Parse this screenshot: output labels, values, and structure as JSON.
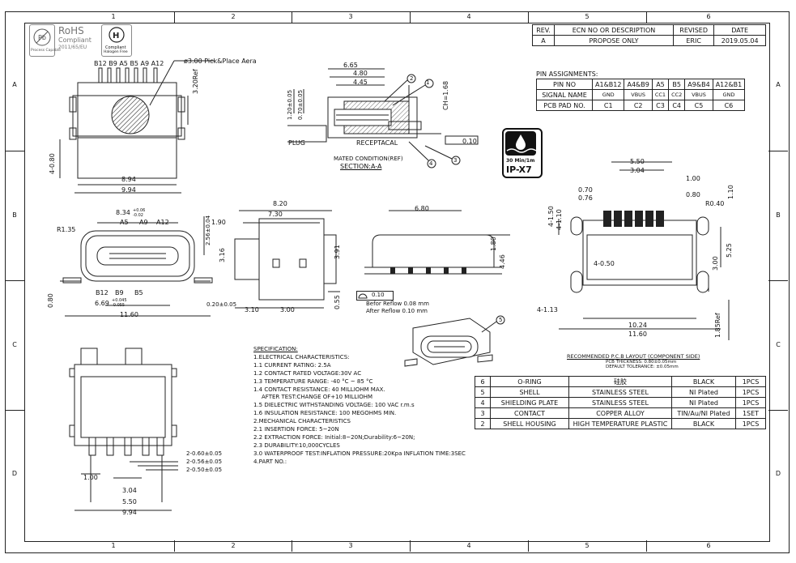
{
  "frame": {
    "columns": [
      "1",
      "2",
      "3",
      "4",
      "5",
      "6"
    ],
    "rows": [
      "A",
      "B",
      "C",
      "D"
    ]
  },
  "logos": {
    "pb_bottom": "Process Capable",
    "rohs_title": "RoHS",
    "rohs_sub": "Compliant",
    "rohs_dir": "2011/65/EU",
    "hf_title": "Compliant",
    "hf_sub": "Halogen Free",
    "ip_top": "30 Min/1m",
    "ip_main": "IP-X7"
  },
  "revision_table": {
    "headers": [
      "REV.",
      "ECN NO OR DESCRIPTION",
      "REVISED",
      "DATE"
    ],
    "rows": [
      [
        "A",
        "PROPOSE ONLY",
        "ERIC",
        "2019.05.04"
      ]
    ]
  },
  "pin_assignments": {
    "title": "PIN ASSIGNMENTS:",
    "rows": [
      [
        "PIN NO",
        "A1&B12",
        "A4&B9",
        "A5",
        "B5",
        "A9&B4",
        "A12&B1"
      ],
      [
        "SIGNAL NAME",
        "GND",
        "VBUS",
        "CC1",
        "CC2",
        "VBUS",
        "GND"
      ],
      [
        "PCB PAD NO.",
        "C1",
        "C2",
        "C3",
        "C4",
        "C5",
        "C6"
      ]
    ]
  },
  "top_view": {
    "pins_label": "B12 B9 A5 B5 A9 A12",
    "pick_place": "ø3.00 Pick&Place Aera",
    "dims": {
      "w1": "8.94",
      "w2": "9.94",
      "h1": "3.20Ref",
      "side": "4-0.80"
    }
  },
  "section_view": {
    "dims": {
      "d1": "6.65",
      "d2": "4.80",
      "d3": "4.45",
      "h1": "1.20±0.05",
      "h2": "0.70±0.05",
      "ch": "CH=1.68",
      "flat": "0.10"
    },
    "plug": "PLUG",
    "receptacle": "RECEPTACAL",
    "mated": "MATED CONDITION(REF)",
    "section": "SECTION:A-A",
    "balloons": [
      "1",
      "2",
      "3",
      "4"
    ]
  },
  "front_view": {
    "dims": {
      "w": "8.34",
      "tol_top": "+0.06",
      "tol_bot": "-0.02",
      "r": "R1.35",
      "h": "2.56±0.04",
      "w2": "6.69",
      "tol2_top": "+0.045",
      "tol2_bot": "-0.055",
      "bottom_w": "11.60",
      "left_h": "0.80",
      "right": "0.20±0.05"
    },
    "top_pins": [
      "A5",
      "A9",
      "A12"
    ],
    "bot_pins": [
      "B12",
      "B9",
      "B5"
    ]
  },
  "side_view": {
    "dims": {
      "w1": "8.20",
      "w2": "7.30",
      "h1": "1.90",
      "h2": "3.16",
      "h3": "3.91",
      "b1": "3.10",
      "b2": "3.00",
      "b3": "0.55"
    }
  },
  "end_view": {
    "dims": {
      "w": "6.80",
      "h1": "1.80",
      "h2": "4.46"
    },
    "flat_val": "0.10",
    "reflow1": "Befor Reflow 0.08 mm",
    "reflow2": "After Reflow 0.10 mm"
  },
  "pcb_layout": {
    "dims": {
      "d550": "5.50",
      "d304": "3.04",
      "d100": "1.00",
      "d070": "0.70",
      "d076": "0.76",
      "d080": "0.80",
      "d110": "1.10",
      "r040": "R0.40",
      "s4_150": "4-1.50",
      "s4_110": "4-1.10",
      "s4_050": "4-0.50",
      "s4_113": "4-1.13",
      "d525": "5.25",
      "d300": "3.00",
      "d1024": "10.24",
      "d1160": "11.60",
      "d185": "1.85Ref"
    },
    "title": "RECOMMENDED P.C.B LAYOUT (COMPONENT SIDE)",
    "thickness": "PCB THICKNESS: 0.80±0.05mm",
    "tolerance": "DEFAULT TOLERANCE: ±0.05mm"
  },
  "bottom_view": {
    "dims": {
      "p1": "2-0.60±0.05",
      "p2": "2-0.56±0.05",
      "p3": "2-0.50±0.05",
      "p4": "1.00",
      "p5": "3.04",
      "p6": "5.50",
      "p7": "9.94"
    }
  },
  "specification": [
    "SPECIFICATION:",
    "1.ELECTRICAL CHARACTERISTICS:",
    "1.1 CURRENT RATING: 2.5A",
    "1.2 CONTACT RATED VOLTAGE:30V AC",
    "1.3 TEMPERATURE RANGE: -40 °C ~ 85 °C",
    "1.4 CONTACT RESISTANCE: 40 MILLIOHM MAX.",
    "    AFTER TEST:CHANGE OF+10 MILLIOHM",
    "1.5 DIELECTRIC WITHSTANDING VOLTAGE: 100 VAC r.m.s",
    "1.6 INSULATION RESISTANCE: 100 MEGOHMS MIN.",
    "2.MECHANICAL CHARACTERISTICS",
    "2.1 INSERTION FORCE: 5~20N",
    "2.2 EXTRACTION FORCE: Initial:8~20N;Durability:6~20N;",
    "2.3 DURABILITY:10,000CYCLES",
    "3.0 WATERPROOF TEST:INFLATION PRESSURE:20Kpa   INFLATION TIME:3SEC",
    "4.PART NO.:"
  ],
  "bom": [
    {
      "no": "6",
      "part": "O-RING",
      "material": "硅胶",
      "finish": "BLACK",
      "qty": "1PCS"
    },
    {
      "no": "5",
      "part": "SHELL",
      "material": "STAINLESS STEEL",
      "finish": "NI  Plated",
      "qty": "1PCS"
    },
    {
      "no": "4",
      "part": "SHIELDING PLATE",
      "material": "STAINLESS STEEL",
      "finish": "NI  Plated",
      "qty": "1PCS"
    },
    {
      "no": "3",
      "part": "CONTACT",
      "material": "COPPER ALLOY",
      "finish": "TIN/Au/NI Plated",
      "qty": "1SET"
    },
    {
      "no": "2",
      "part": "SHELL HOUSING",
      "material": "HIGH TEMPERATURE PLASTIC",
      "finish": "BLACK",
      "qty": "1PCS"
    }
  ],
  "iso_balloon": "5"
}
